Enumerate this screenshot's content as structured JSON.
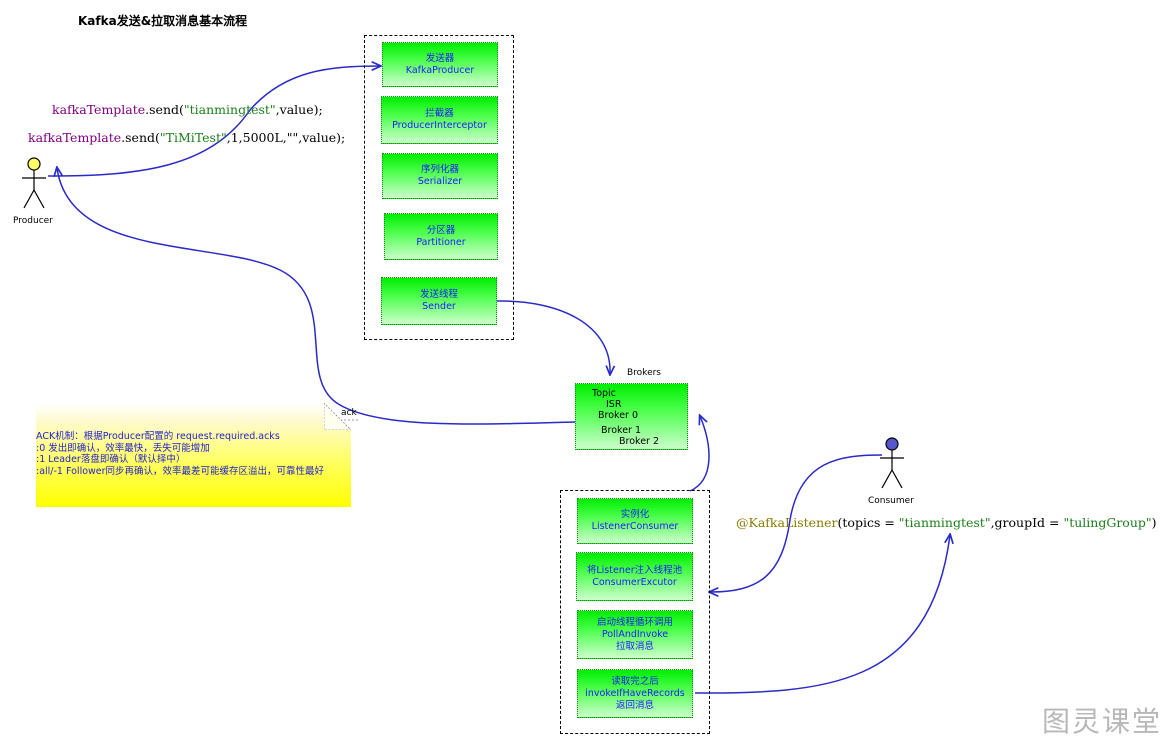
{
  "title": "Kafka发送&拉取消息基本流程",
  "producer_actor": {
    "label": "Producer"
  },
  "consumer_actor": {
    "label": "Consumer"
  },
  "code": {
    "send1": {
      "obj": "kafkaTemplate",
      "method": ".send(",
      "arg_str": "\"tianmingtest\"",
      "rest": ",value);"
    },
    "send2": {
      "obj": "kafkaTemplate",
      "method": ".send(",
      "arg_str": "\"TiMiTest\"",
      "rest": ",1,5000L,\"\",value);"
    },
    "listener": {
      "annotation": "@KafkaListener",
      "part1": "(topics = ",
      "topic": "\"tianmingtest\"",
      "part2": ",groupId = ",
      "group": "\"tulingGroup\"",
      "part3": ")"
    }
  },
  "producer_steps": [
    {
      "cn": "发送器",
      "en": "KafkaProducer"
    },
    {
      "cn": "拦截器",
      "en": "ProducerInterceptor"
    },
    {
      "cn": "序列化器",
      "en": "Serializer"
    },
    {
      "cn": "分区器",
      "en": "Partitioner"
    },
    {
      "cn": "发送线程",
      "en": "Sender"
    }
  ],
  "brokers": {
    "label": "Brokers",
    "topic": "Topic",
    "isr": "ISR",
    "broker0": "Broker 0",
    "broker1": "Broker 1",
    "broker2": "Broker 2"
  },
  "ack_label": "ack",
  "consumer_steps": [
    {
      "line1": "实例化",
      "line2": "ListenerConsumer",
      "line3": ""
    },
    {
      "line1": "将Listener注入线程池",
      "line2": "ConsumerExcutor",
      "line3": ""
    },
    {
      "line1": "启动线程循环调用",
      "line2": "PollAndInvoke",
      "line3": "拉取消息"
    },
    {
      "line1": "读取完之后",
      "line2": "invokeIfHaveRecords",
      "line3": "返回消息"
    }
  ],
  "ack_note": {
    "line1": "ACK机制：根据Producer配置的 request.required.acks",
    "line2": ":0 发出即确认，效率最快，丢失可能增加",
    "line3": ":1 Leader落盘即确认（默认择中）",
    "line4": ":all/-1 Follower同步再确认，效率最差可能缓存区溢出，可靠性最好"
  },
  "watermark": "图灵课堂",
  "colors": {
    "arrow": "#2a2ac8",
    "box_green": "#00ee00",
    "box_text": "#1a1aff",
    "note_yellow": "#ffff00"
  }
}
